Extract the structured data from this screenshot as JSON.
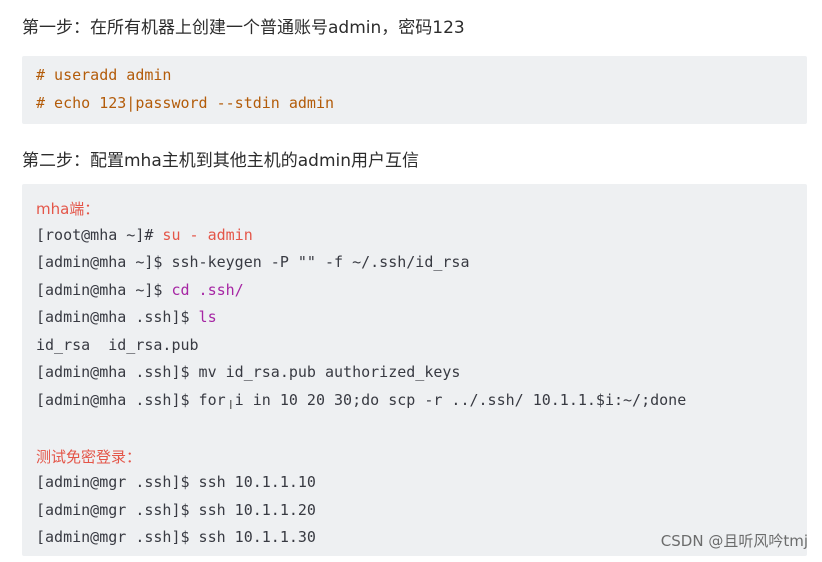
{
  "step1": {
    "title": "第一步：在所有机器上创建一个普通账号admin，密码123",
    "code": [
      "# useradd admin",
      "# echo 123|password --stdin admin"
    ]
  },
  "step2": {
    "title": "第二步：配置mha主机到其他主机的admin用户互信",
    "mha_label": "mha端：",
    "lines": {
      "l1_prompt": "[root@mha ~]#",
      "l1_cmd": " su - admin",
      "l2_prompt": "[admin@mha ~]$",
      "l2_cmd": " ssh-keygen -P \"\" -f ~/.ssh/id_rsa",
      "l3_prompt": "[admin@mha ~]$",
      "l3_cmd": " cd .ssh/",
      "l4_prompt": "[admin@mha .ssh]$",
      "l4_cmd": " ls",
      "l5_out": "id_rsa  id_rsa.pub",
      "l6_prompt": "[admin@mha .ssh]$",
      "l6_cmd": " mv id_rsa.pub authorized_keys",
      "l7_prompt": "[admin@mha .ssh]$",
      "l7_cmd": " for i in 10 20 30;do scp -r ../.ssh/ 10.1.1.$i:~/;done"
    },
    "test_label": "测试免密登录：",
    "tests": [
      {
        "prompt": "[admin@mgr .ssh]$",
        "cmd": " ssh 10.1.1.10"
      },
      {
        "prompt": "[admin@mgr .ssh]$",
        "cmd": " ssh 10.1.1.20"
      },
      {
        "prompt": "[admin@mgr .ssh]$",
        "cmd": " ssh 10.1.1.30"
      }
    ]
  },
  "watermark": "CSDN @且听风吟tmj"
}
